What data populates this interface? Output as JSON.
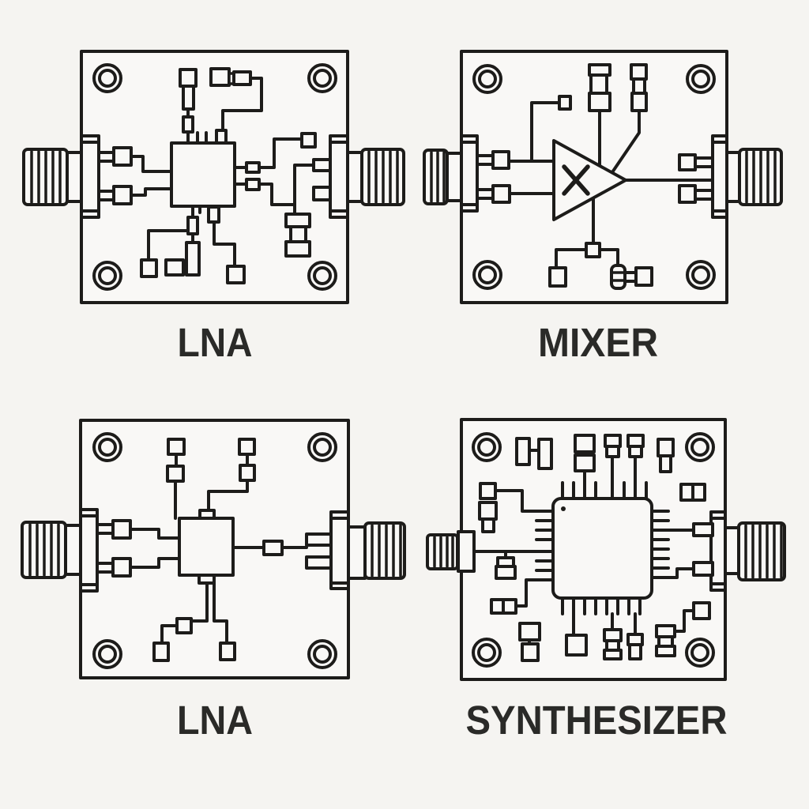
{
  "colors": {
    "background": "#f5f4f1",
    "surface": "#f9f8f6",
    "line": "#1d1c1a",
    "text": "#2a2a28"
  },
  "panels": [
    {
      "label": "LNA",
      "core_icon": "ic-chip-icon",
      "left_connector_icon": "sma-connector-icon",
      "right_connector_icon": "sma-connector-icon"
    },
    {
      "label": "MIXER",
      "core_icon": "mixer-triangle-icon",
      "left_connector_icon": "sma-connector-icon",
      "right_connector_icon": "sma-connector-icon"
    },
    {
      "label": "LNA",
      "core_icon": "ic-chip-icon",
      "left_connector_icon": "sma-connector-icon",
      "right_connector_icon": "sma-connector-icon"
    },
    {
      "label": "SYNTHESIZER",
      "core_icon": "qfp-chip-icon",
      "left_connector_icon": "sma-connector-icon",
      "right_connector_icon": "sma-connector-icon"
    }
  ]
}
